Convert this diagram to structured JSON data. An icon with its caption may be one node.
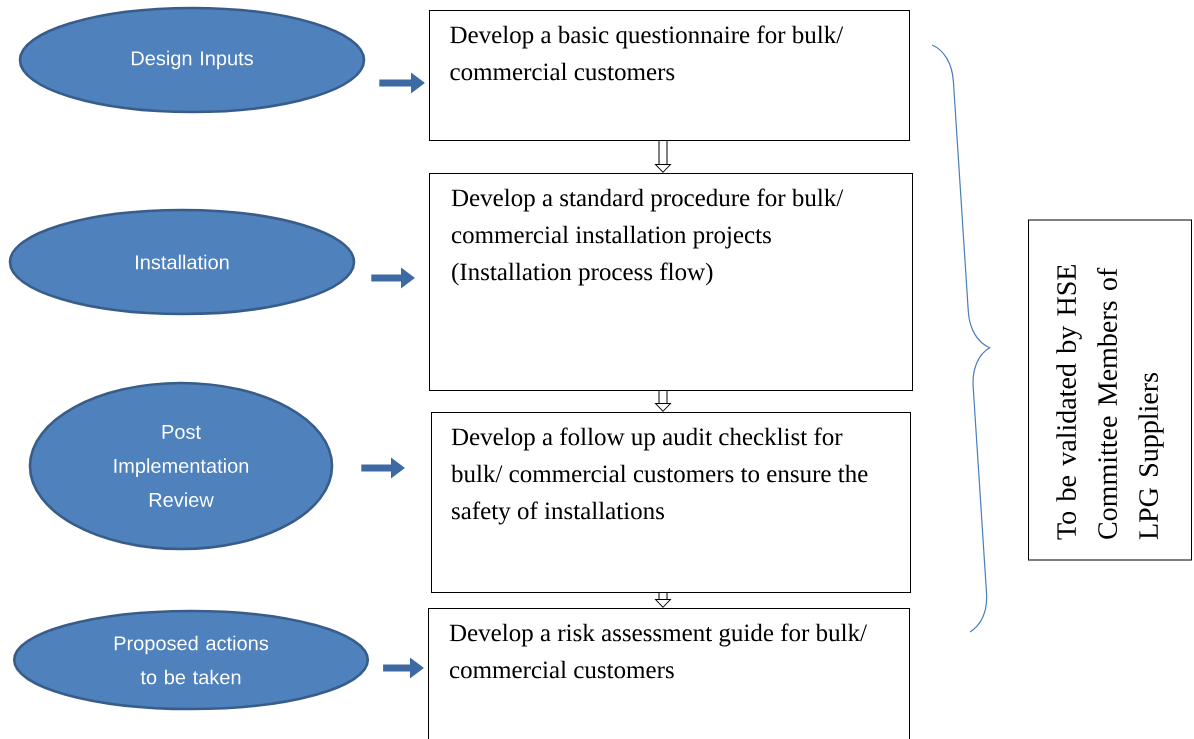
{
  "diagram": {
    "nodes": [
      {
        "text": [
          "Design Inputs"
        ]
      },
      {
        "text": [
          "Develop a basic questionnaire for bulk/ commercial customers"
        ]
      },
      {
        "text": [
          "Installation"
        ]
      },
      {
        "text": [
          "Develop a standard procedure for bulk/ commercial installation projects (Installation process flow)"
        ]
      },
      {
        "text": [
          "Post Implementation Review"
        ]
      },
      {
        "text": [
          "Develop a follow up audit checklist for bulk/ commercial customers to ensure the safety of installations"
        ]
      },
      {
        "text": [
          "Proposed actions to be taken"
        ]
      },
      {
        "text": [
          "Develop a risk assessment guide for bulk/ commercial customers"
        ]
      },
      {
        "text": [
          "To be validated by HSE Committee Members of LPG Suppliers"
        ]
      }
    ],
    "edges": [
      {
        "from": 0,
        "to": 1,
        "arrow": "to"
      },
      {
        "from": 2,
        "to": 3,
        "arrow": "to"
      },
      {
        "from": 4,
        "to": 5,
        "arrow": "to"
      },
      {
        "from": 6,
        "to": 7,
        "arrow": "to"
      },
      {
        "from": 1,
        "to": 3,
        "arrow": "to",
        "color": "#000000"
      },
      {
        "from": 3,
        "to": 5,
        "arrow": "to",
        "color": "#000000"
      },
      {
        "from": 5,
        "to": 7,
        "arrow": "to",
        "color": "#000000"
      }
    ]
  }
}
